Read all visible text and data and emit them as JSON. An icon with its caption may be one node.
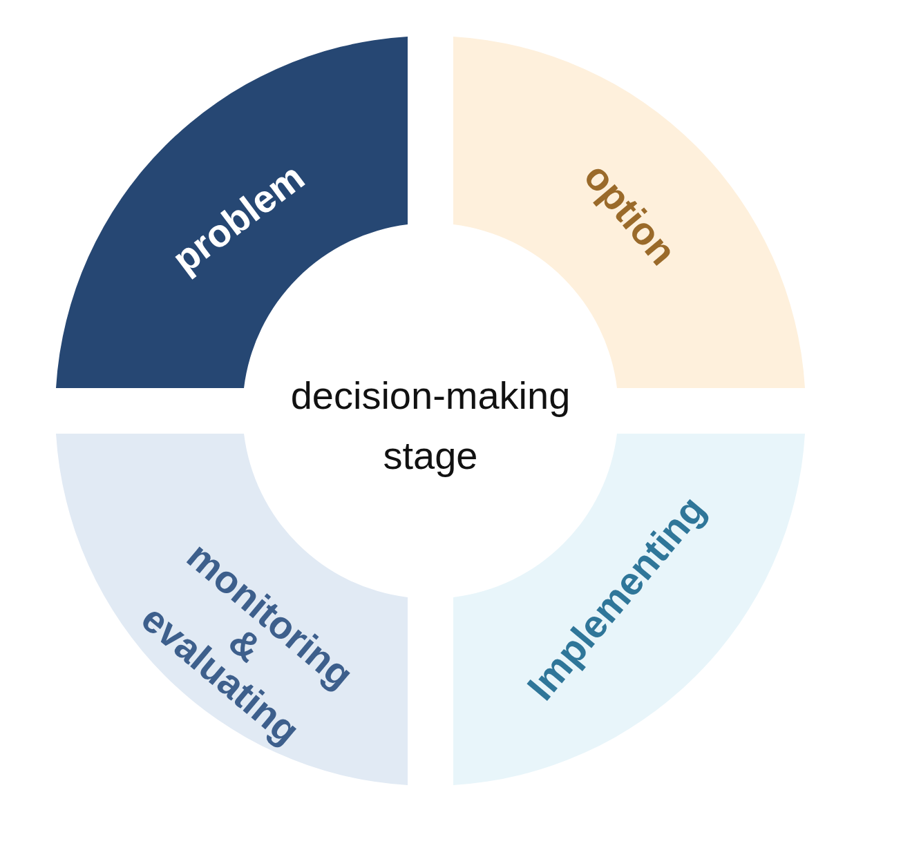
{
  "diagram": {
    "nodes": [
      {
        "text": [
          "problem"
        ]
      },
      {
        "text": [
          "option"
        ]
      },
      {
        "text": [
          "decision-making stage"
        ]
      },
      {
        "text": [
          "monitoring & evaluating"
        ]
      },
      {
        "text": [
          "Implementing"
        ]
      }
    ]
  }
}
